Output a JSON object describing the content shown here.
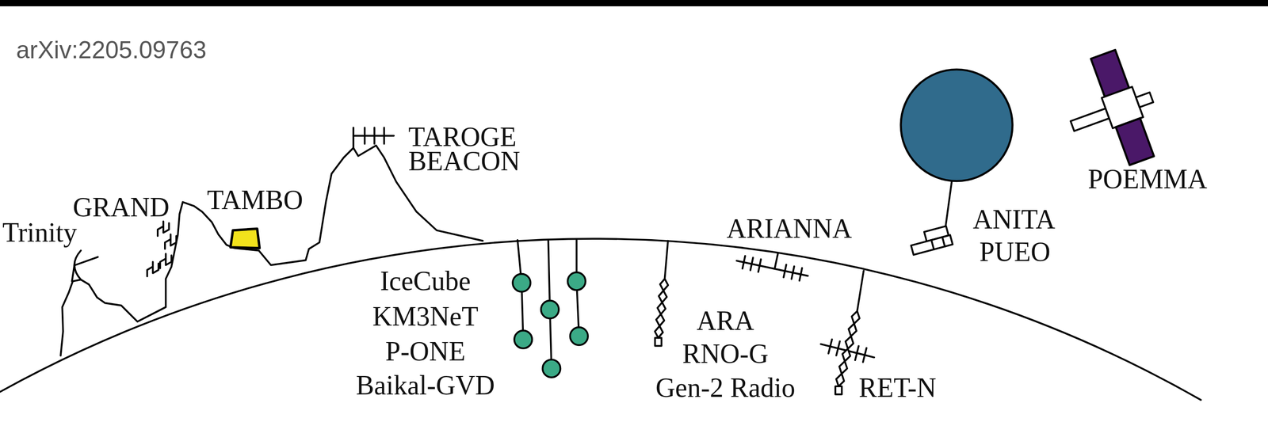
{
  "diagram": {
    "labels": [
      "arXiv:2205.09763",
      "Trinity",
      "GRAND",
      "TAMBO",
      "TAROGE",
      "BEACON",
      "IceCube",
      "KM3NeT",
      "P-ONE",
      "Baikal-GVD",
      "ARIANNA",
      "ARA",
      "RNO-G",
      "Gen-2 Radio",
      "RET-N",
      "ANITA",
      "PUEO",
      "POEMMA"
    ]
  }
}
